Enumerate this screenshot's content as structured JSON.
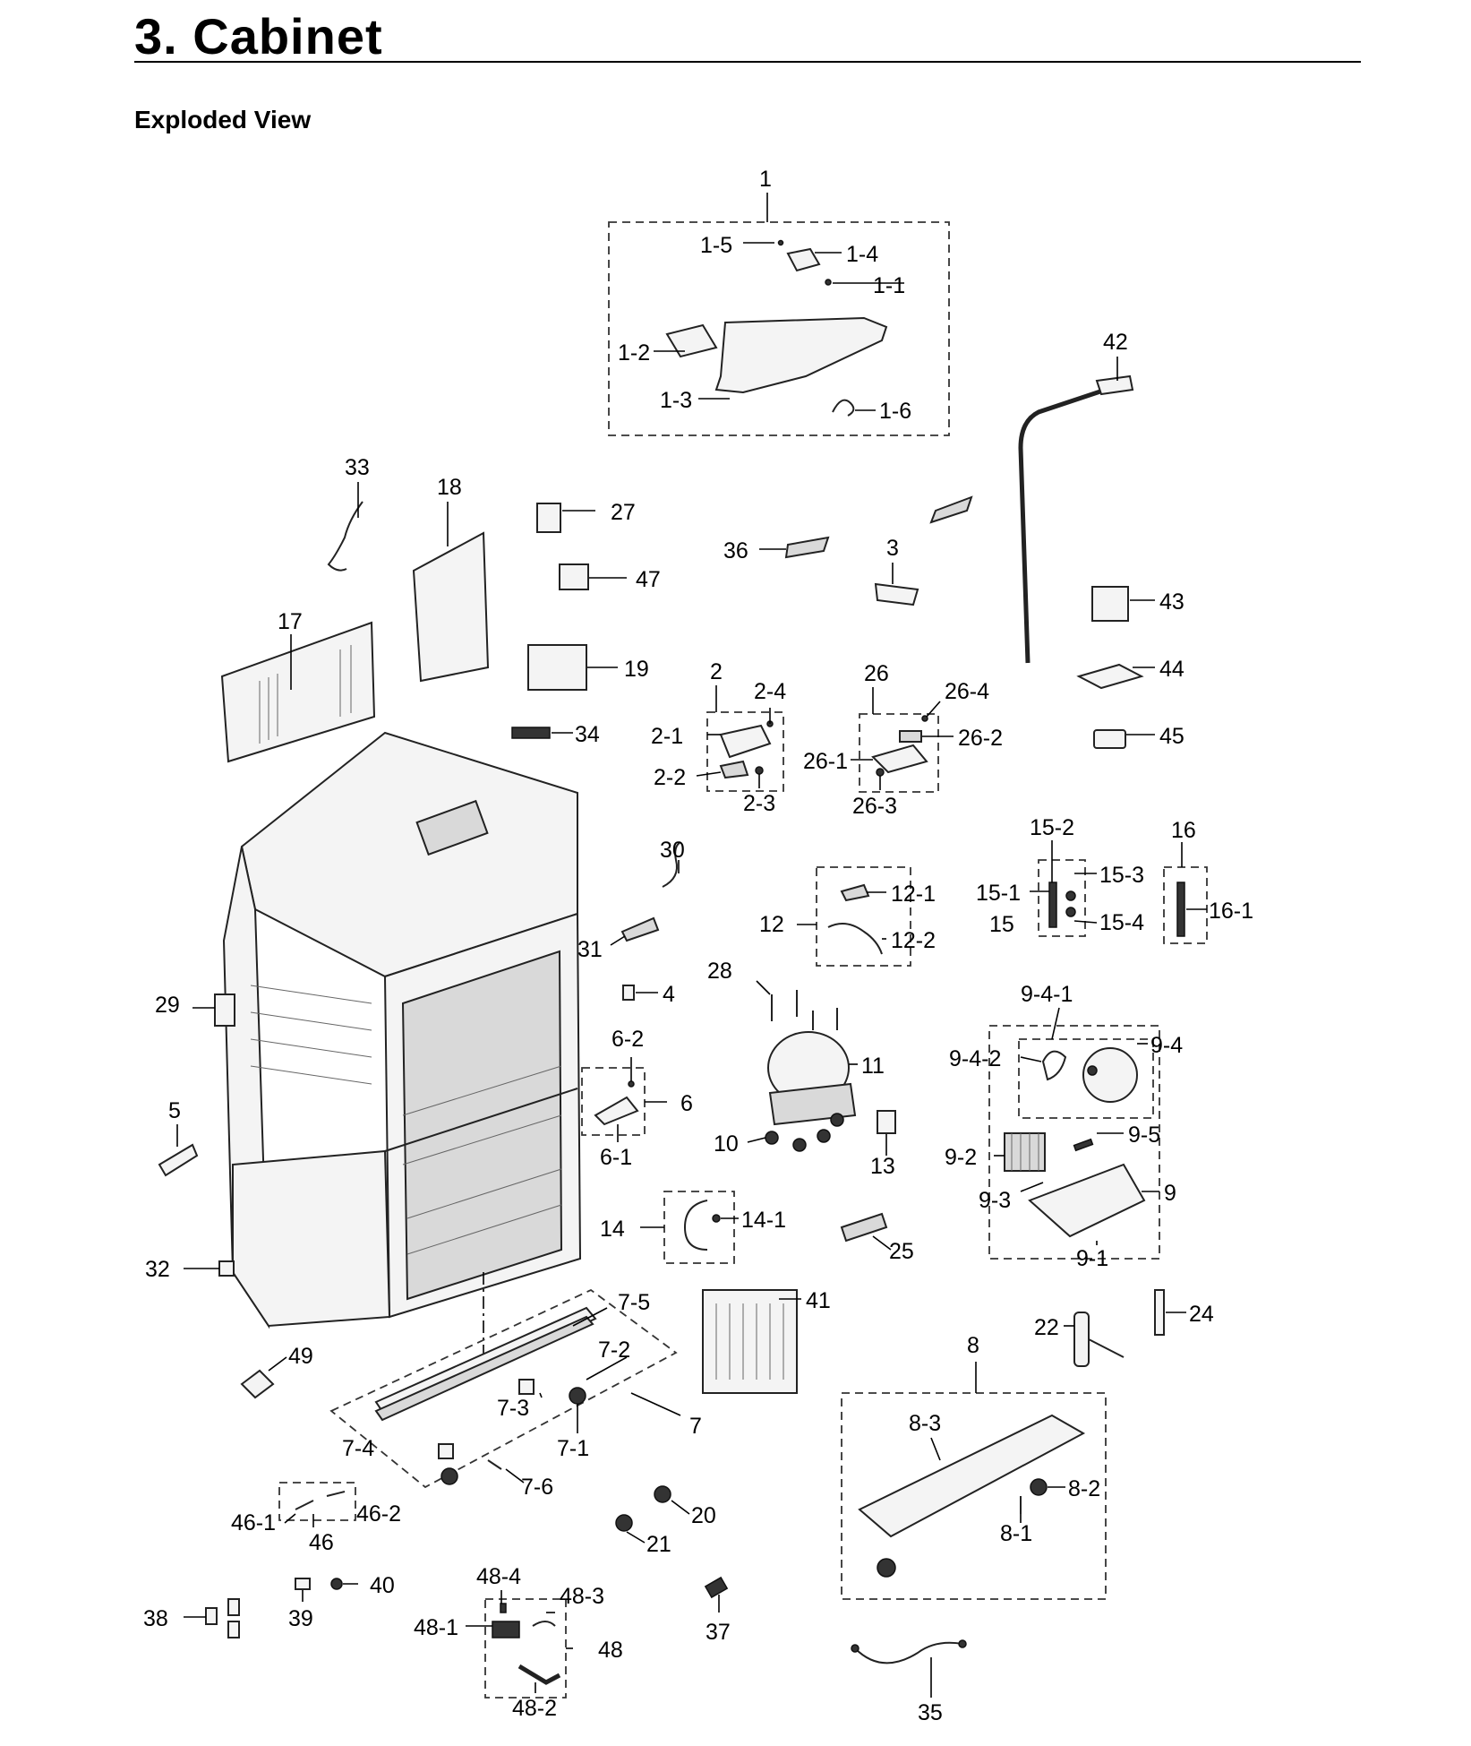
{
  "header": {
    "title": "3.  Cabinet",
    "subtitle": "Exploded View"
  },
  "callouts": {
    "c1": "1",
    "c1_1": "1-1",
    "c1_2": "1-2",
    "c1_3": "1-3",
    "c1_4": "1-4",
    "c1_5": "1-5",
    "c1_6": "1-6",
    "c2": "2",
    "c2_1": "2-1",
    "c2_2": "2-2",
    "c2_3": "2-3",
    "c2_4": "2-4",
    "c3": "3",
    "c4": "4",
    "c5": "5",
    "c6": "6",
    "c6_1": "6-1",
    "c6_2": "6-2",
    "c7": "7",
    "c7_1": "7-1",
    "c7_2": "7-2",
    "c7_3": "7-3",
    "c7_4": "7-4",
    "c7_5": "7-5",
    "c7_6": "7-6",
    "c8": "8",
    "c8_1": "8-1",
    "c8_2": "8-2",
    "c8_3": "8-3",
    "c9": "9",
    "c9_1": "9-1",
    "c9_2": "9-2",
    "c9_3": "9-3",
    "c9_4": "9-4",
    "c9_4_1": "9-4-1",
    "c9_4_2": "9-4-2",
    "c9_5": "9-5",
    "c10": "10",
    "c11": "11",
    "c12": "12",
    "c12_1": "12-1",
    "c12_2": "12-2",
    "c13": "13",
    "c14": "14",
    "c14_1": "14-1",
    "c15": "15",
    "c15_1": "15-1",
    "c15_2": "15-2",
    "c15_3": "15-3",
    "c15_4": "15-4",
    "c16": "16",
    "c16_1": "16-1",
    "c17": "17",
    "c18": "18",
    "c19": "19",
    "c20": "20",
    "c21": "21",
    "c22": "22",
    "c24": "24",
    "c25": "25",
    "c26": "26",
    "c26_1": "26-1",
    "c26_2": "26-2",
    "c26_3": "26-3",
    "c26_4": "26-4",
    "c27": "27",
    "c28": "28",
    "c29": "29",
    "c30": "30",
    "c31": "31",
    "c32": "32",
    "c33": "33",
    "c34": "34",
    "c35": "35",
    "c36": "36",
    "c37": "37",
    "c38": "38",
    "c39": "39",
    "c40": "40",
    "c41": "41",
    "c42": "42",
    "c43": "43",
    "c44": "44",
    "c45": "45",
    "c46": "46",
    "c46_1": "46-1",
    "c46_2": "46-2",
    "c47": "47",
    "c48": "48",
    "c48_1": "48-1",
    "c48_2": "48-2",
    "c48_3": "48-3",
    "c48_4": "48-4",
    "c49": "49"
  }
}
